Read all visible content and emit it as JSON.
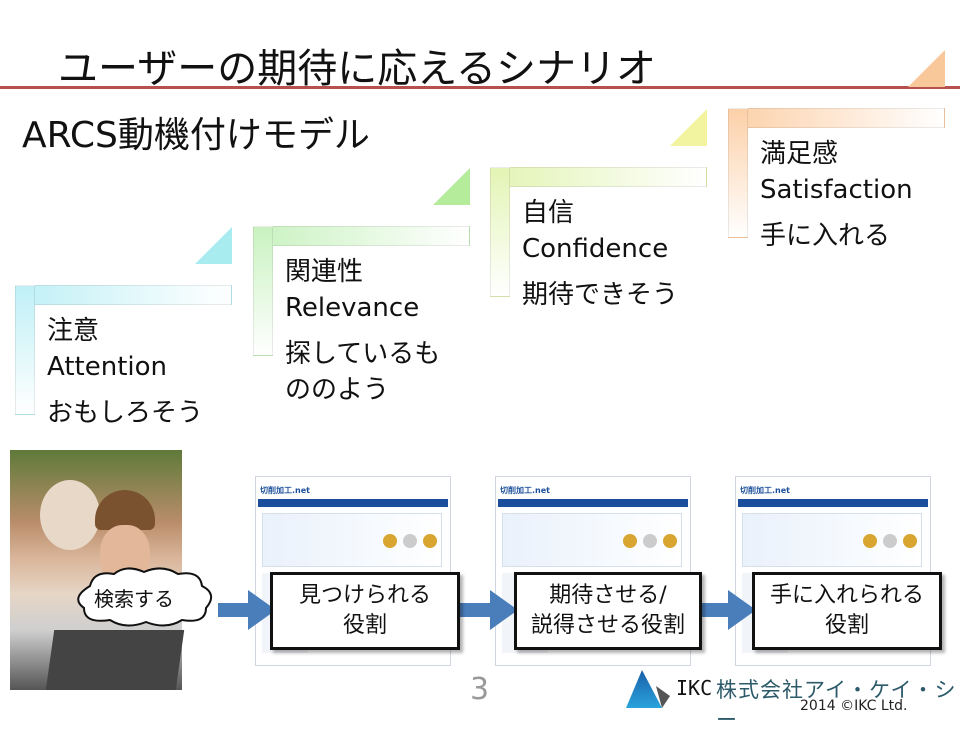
{
  "title": "ユーザーの期待に応えるシナリオ",
  "subtitle": "ARCS動機付けモデル",
  "steps": [
    {
      "jp": "注意",
      "en": "Attention",
      "desc": [
        "おもしろそう"
      ],
      "color": "#bff0f6",
      "tri": "#a8ecf0"
    },
    {
      "jp": "関連性",
      "en": "Relevance",
      "desc": [
        "探しているも",
        "ののよう"
      ],
      "color": "#c9f2c0",
      "tri": "#b4ec9c"
    },
    {
      "jp": "自信",
      "en": "Confidence",
      "desc": [
        "期待できそう"
      ],
      "color": "#e3f4b4",
      "tri": "#f2f4a0"
    },
    {
      "jp": "満足感",
      "en": "Satisfaction",
      "desc": [
        "手に入れる"
      ],
      "color": "#fcd0a8",
      "tri": "#f9c89a"
    }
  ],
  "search_bubble": "検索する",
  "site_name": "切削加工.net",
  "roles": [
    [
      "見つけられる",
      "役割"
    ],
    [
      "期待させる/",
      "説得させる役割"
    ],
    [
      "手に入れられる",
      "役割"
    ]
  ],
  "page_number": "3",
  "logo": {
    "mark": "IKC",
    "company": "株式会社アイ・ケイ・シー"
  },
  "copyright": "2014 ©IKC Ltd.",
  "colors": {
    "accent_rule": "#b5504a",
    "arrow": "#4a7ebb"
  }
}
